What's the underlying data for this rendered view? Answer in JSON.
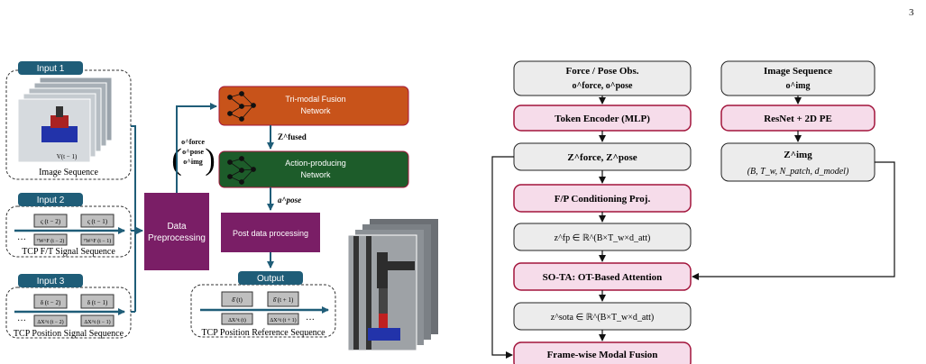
{
  "page_number": "3",
  "left_figure": {
    "inputs": [
      {
        "label": "Input 1",
        "caption": "Image Sequence",
        "frame_label": "V(t − 1)"
      },
      {
        "label": "Input 2",
        "caption": "TCP F/T Signal Sequence",
        "cells_top": [
          "ς (t − 2)",
          "ς (t − 1)"
        ],
        "cells_bottom": [
          "ᵀW^F (t − 2)",
          "ᵀW^F (t − 1)"
        ]
      },
      {
        "label": "Input 3",
        "caption": "TCP Position Signal Sequence",
        "cells_top": [
          "δ (t − 2)",
          "δ (t − 1)"
        ],
        "cells_bottom": [
          "ΔX^t (t − 2)",
          "ΔX^t (t − 1)"
        ]
      }
    ],
    "ellipsis": "···",
    "data_preprocessing": [
      "Data",
      "Preprocessing"
    ],
    "observation_vector": [
      "o^force",
      "o^pose",
      "o^img"
    ],
    "fusion_network": [
      "Tri-modal Fusion",
      "Network"
    ],
    "fused_label": "Z^fused",
    "action_network": [
      "Action-producing",
      "Network"
    ],
    "action_label": "a^pose",
    "post_processing": "Post data processing",
    "output_label": "Output",
    "output_cells_top": [
      "δ̂ (t)",
      "δ̂ (t + 1)"
    ],
    "output_cells_bottom": [
      "ΔX^t (t)",
      "ΔX^t (t + 1)"
    ],
    "output_caption": "TCP Position Reference Sequence",
    "colors": {
      "teal": "#1f5d78",
      "orange": "#c8531a",
      "green": "#1d5c2a",
      "purple": "#7a1e66",
      "pink": "#f6dcea",
      "dark_red": "#a2143b"
    }
  },
  "right_figure": {
    "force_pose_title": "Force / Pose Obs.",
    "force_pose_vars": "o^force, o^pose",
    "image_title": "Image Sequence",
    "image_var": "o^img",
    "token_encoder": "Token Encoder (MLP)",
    "resnet": "ResNet + 2D PE",
    "z_force_pose": "Z^force, Z^pose",
    "z_img": "Z^img",
    "z_img_shape": "(B, T_w, N_patch, d_model)",
    "fp_proj": "F/P Conditioning Proj.",
    "z_fp": "z^fp ∈ ℝ^(B×T_w×d_att)",
    "sota": "SO-TA: OT-Based Attention",
    "z_sota": "z^sota ∈ ℝ^(B×T_w×d_att)",
    "fusion": "Frame-wise Modal Fusion"
  }
}
